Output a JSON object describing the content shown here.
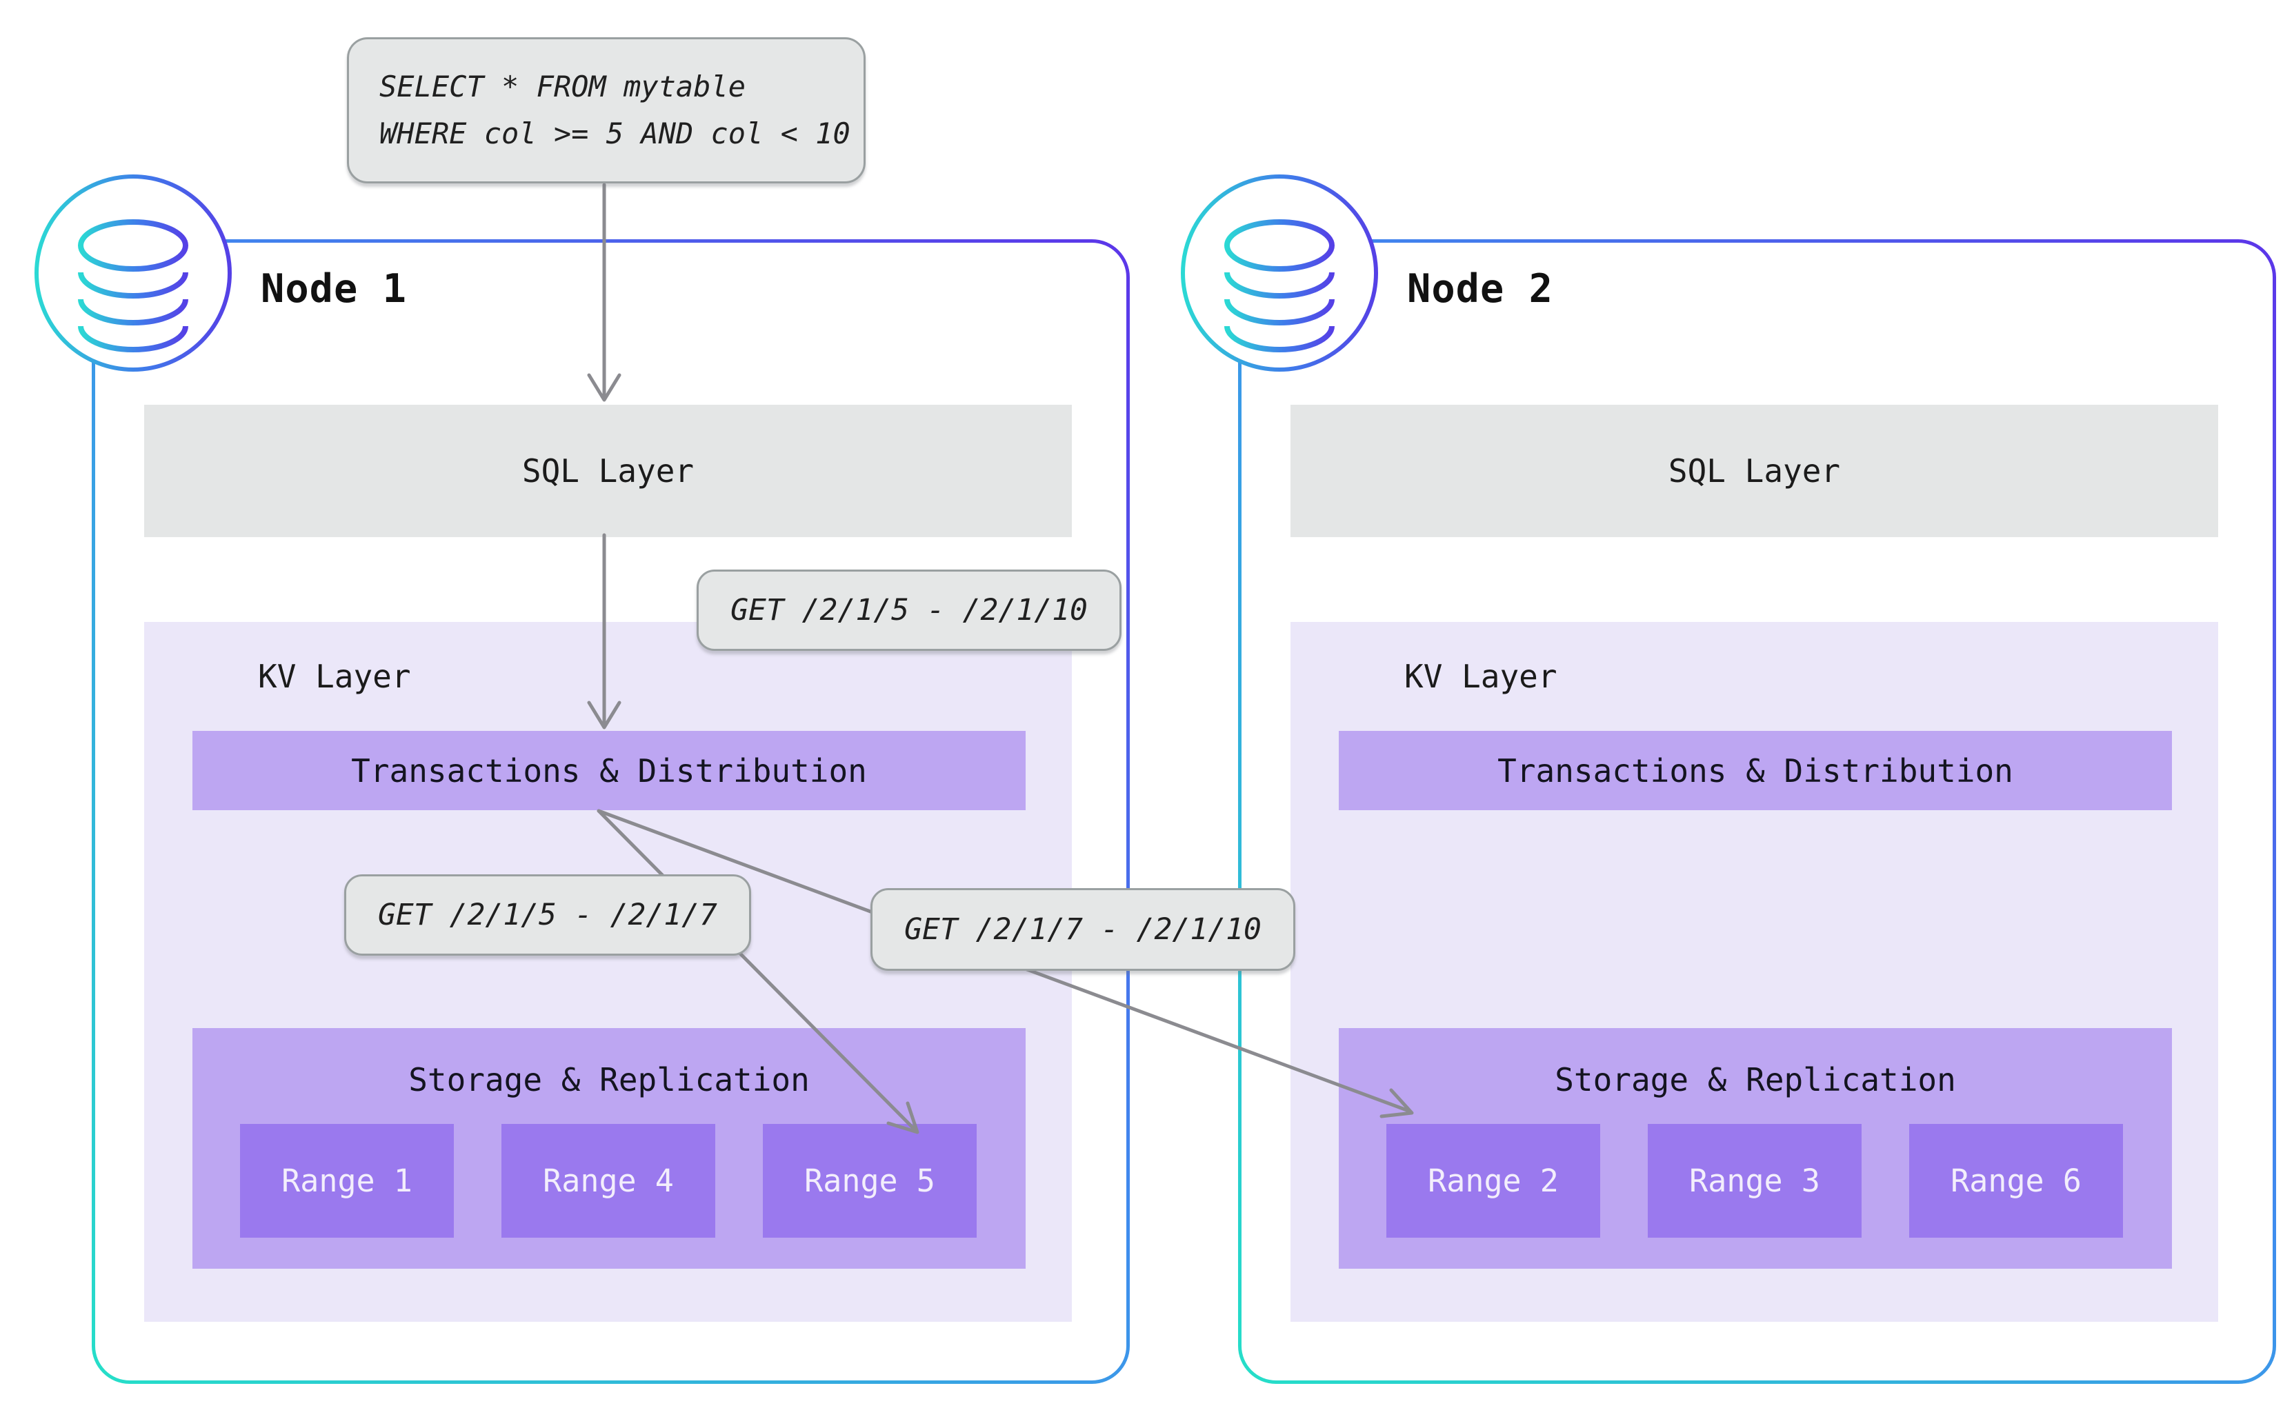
{
  "query_callout": {
    "line1": "SELECT * FROM mytable",
    "line2": "WHERE col >= 5 AND col < 10"
  },
  "get_labels": {
    "sql_to_kv": "GET /2/1/5 - /2/1/10",
    "kv_to_range5": "GET /2/1/5 - /2/1/7",
    "kv_to_range2": "GET /2/1/7 - /2/1/10"
  },
  "nodes": [
    {
      "title": "Node 1",
      "sql_layer": "SQL Layer",
      "kv_layer": "KV Layer",
      "transactions": "Transactions & Distribution",
      "storage": "Storage & Replication",
      "ranges": [
        "Range 1",
        "Range 4",
        "Range 5"
      ]
    },
    {
      "title": "Node 2",
      "sql_layer": "SQL Layer",
      "kv_layer": "KV Layer",
      "transactions": "Transactions & Distribution",
      "storage": "Storage & Replication",
      "ranges": [
        "Range 2",
        "Range 3",
        "Range 6"
      ]
    }
  ],
  "icons": {
    "node_badge": "database-icon"
  },
  "colors": {
    "gradient_teal": "#25dfc8",
    "gradient_purple": "#5c35e9",
    "layer_gray": "#e4e6e6",
    "kv_background": "#ebe7f9",
    "purple_mid": "#bda6f2",
    "purple_dark": "#9a79ee",
    "range_text": "#f3eefc",
    "callout_bg": "#e5e7e7",
    "callout_border": "#9aa0a1",
    "arrow_gray": "#8b8b90"
  }
}
